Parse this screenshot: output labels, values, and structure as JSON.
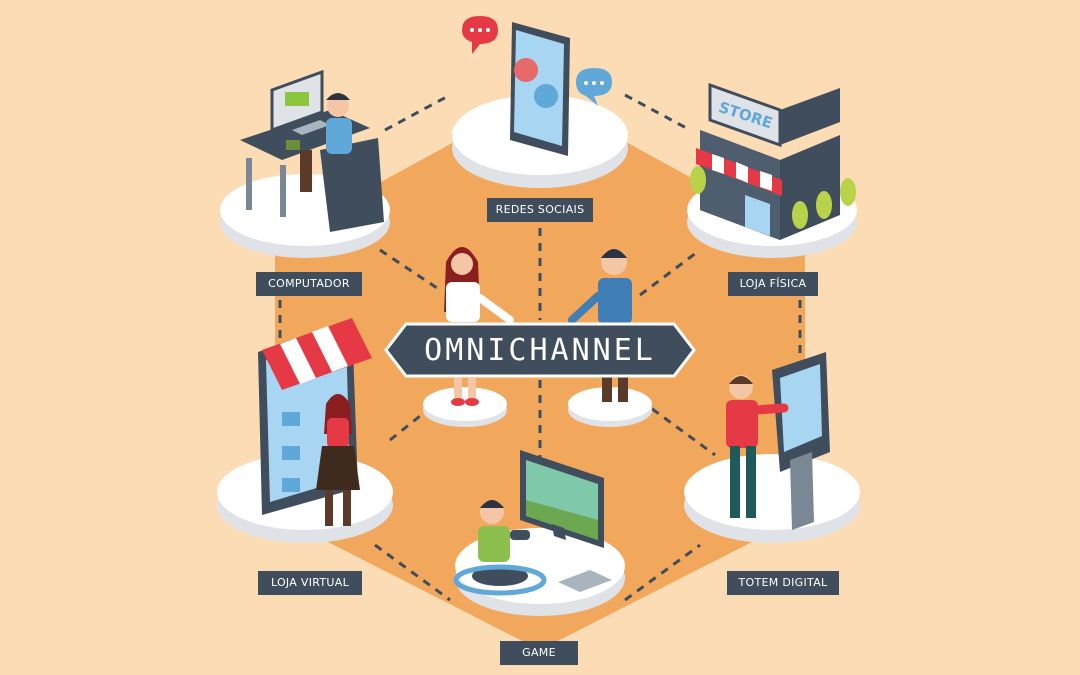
{
  "title": "OMNICHANNEL",
  "channels": {
    "redes_sociais": "REDES SOCIAIS",
    "computador": "COMPUTADOR",
    "loja_fisica": "LOJA FÍSICA",
    "loja_virtual": "LOJA VIRTUAL",
    "totem_digital": "TOTEM DIGITAL",
    "game": "GAME"
  },
  "store_sign": "STORE",
  "colors": {
    "background": "#fcdcb4",
    "hexagon": "#f2a85c",
    "label_bg": "#3f4d5c",
    "platform": "#ffffff",
    "platform_side": "#dfe3e8",
    "accent_red": "#e63946"
  }
}
